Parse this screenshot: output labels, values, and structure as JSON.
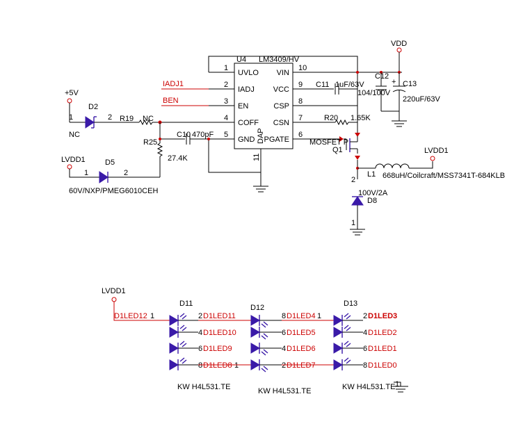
{
  "ic": {
    "ref": "U4",
    "part": "LM3409/HV",
    "dap": "DAP",
    "left_pins": [
      {
        "name": "UVLO",
        "num": "1"
      },
      {
        "name": "IADJ",
        "num": "2"
      },
      {
        "name": "EN",
        "num": "3"
      },
      {
        "name": "COFF",
        "num": "4"
      },
      {
        "name": "GND",
        "num": "5"
      }
    ],
    "right_pins": [
      {
        "name": "VIN",
        "num": "10"
      },
      {
        "name": "VCC",
        "num": "9"
      },
      {
        "name": "CSP",
        "num": "8"
      },
      {
        "name": "CSN",
        "num": "7"
      },
      {
        "name": "PGATE",
        "num": "6"
      }
    ],
    "bottom_pin": "11"
  },
  "nets": {
    "vdd": "VDD",
    "plus5v": "+5V",
    "lvdd1_left": "LVDD1",
    "lvdd1_right": "LVDD1",
    "lvdd1_bottom": "LVDD1",
    "iadj1": "IADJ1",
    "ben": "BEN"
  },
  "parts": {
    "d2": {
      "ref": "D2",
      "pin1": "1",
      "pin2": "2",
      "nc": "NC"
    },
    "r19": {
      "ref": "R19",
      "val": "NC"
    },
    "r25": {
      "ref": "R25",
      "val": "27.4K"
    },
    "d5": {
      "ref": "D5",
      "pin1": "1",
      "pin2": "2",
      "val": "60V/NXP/PMEG6010CEH"
    },
    "c10": {
      "ref": "C10",
      "val": "470pF"
    },
    "c11": {
      "ref": "C11",
      "val": "1uF/63V"
    },
    "c12": {
      "ref": "C12",
      "val": "104/100V"
    },
    "c13": {
      "ref": "C13",
      "val": "220uF/63V",
      "plus": "+"
    },
    "r20": {
      "ref": "R20",
      "val": "1.65K"
    },
    "q1": {
      "ref": "Q1",
      "val": "MOSFET P"
    },
    "l1": {
      "ref": "L1",
      "val": "668uH/Coilcraft/MSS7341T-684KLB"
    },
    "d8": {
      "ref": "D8",
      "val": "100V/2A",
      "pin1": "1",
      "pin2": "2"
    }
  },
  "leds": {
    "d11": {
      "ref": "D11",
      "part": "KW H4L531.TE"
    },
    "d12": {
      "ref": "D12",
      "part": "KW H4L531.TE"
    },
    "d13": {
      "ref": "D13",
      "part": "KW H4L531.TE"
    },
    "input_net": "D1LED12",
    "input_pin": "1",
    "row_pins": [
      [
        "2",
        "8",
        "2"
      ],
      [
        "4",
        "6",
        "4"
      ],
      [
        "6",
        "4",
        "6"
      ],
      [
        "8",
        "2",
        "8"
      ]
    ],
    "row_nets": [
      [
        "D1LED11",
        "D1LED4",
        "D1LED3"
      ],
      [
        "D1LED10",
        "D1LED5",
        "D1LED2"
      ],
      [
        "D1LED9",
        "D1LED6",
        "D1LED1"
      ],
      [
        "D1LED8",
        "D1LED7",
        "D1LED0"
      ]
    ],
    "d12_pin1": "1",
    "d13_pin1": "1",
    "d13_bottom_pin1": "1"
  }
}
